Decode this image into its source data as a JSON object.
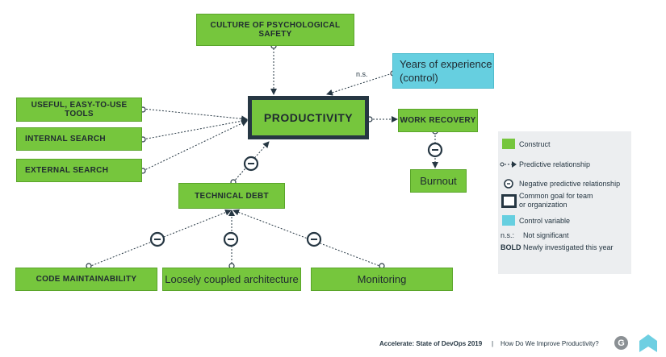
{
  "nodes": {
    "culture": "CULTURE OF PSYCHOLOGICAL SAFETY",
    "years": "Years of experience (control)",
    "productivity": "PRODUCTIVITY",
    "work_recovery": "WORK RECOVERY",
    "burnout": "Burnout",
    "useful_tools": "USEFUL, EASY-TO-USE TOOLS",
    "internal_search": "INTERNAL SEARCH",
    "external_search": "EXTERNAL SEARCH",
    "technical_debt": "TECHNICAL DEBT",
    "code_maintainability": "CODE MAINTAINABILITY",
    "loosely_coupled": "Loosely coupled architecture",
    "monitoring": "Monitoring"
  },
  "edge_labels": {
    "ns": "n.s."
  },
  "legend": {
    "construct": "Construct",
    "predictive": "Predictive relationship",
    "negative": "Negative predictive relationship",
    "goal": "Common goal for team or organization",
    "control": "Control variable",
    "ns_key": "n.s.:",
    "ns_desc": "Not significant",
    "bold_key": "BOLD",
    "bold_desc": "Newly investigated this year"
  },
  "footer": {
    "title": "Accelerate: State of DevOps 2019",
    "separator": "|",
    "subtitle": "How Do We Improve Productivity?"
  },
  "icons": [
    "google-cloud-g-icon",
    "dora-logo-icon"
  ],
  "colors": {
    "construct": "#76c63d",
    "control": "#66cfe0",
    "goal_border": "#263743",
    "legend_bg": "#eceef0"
  }
}
